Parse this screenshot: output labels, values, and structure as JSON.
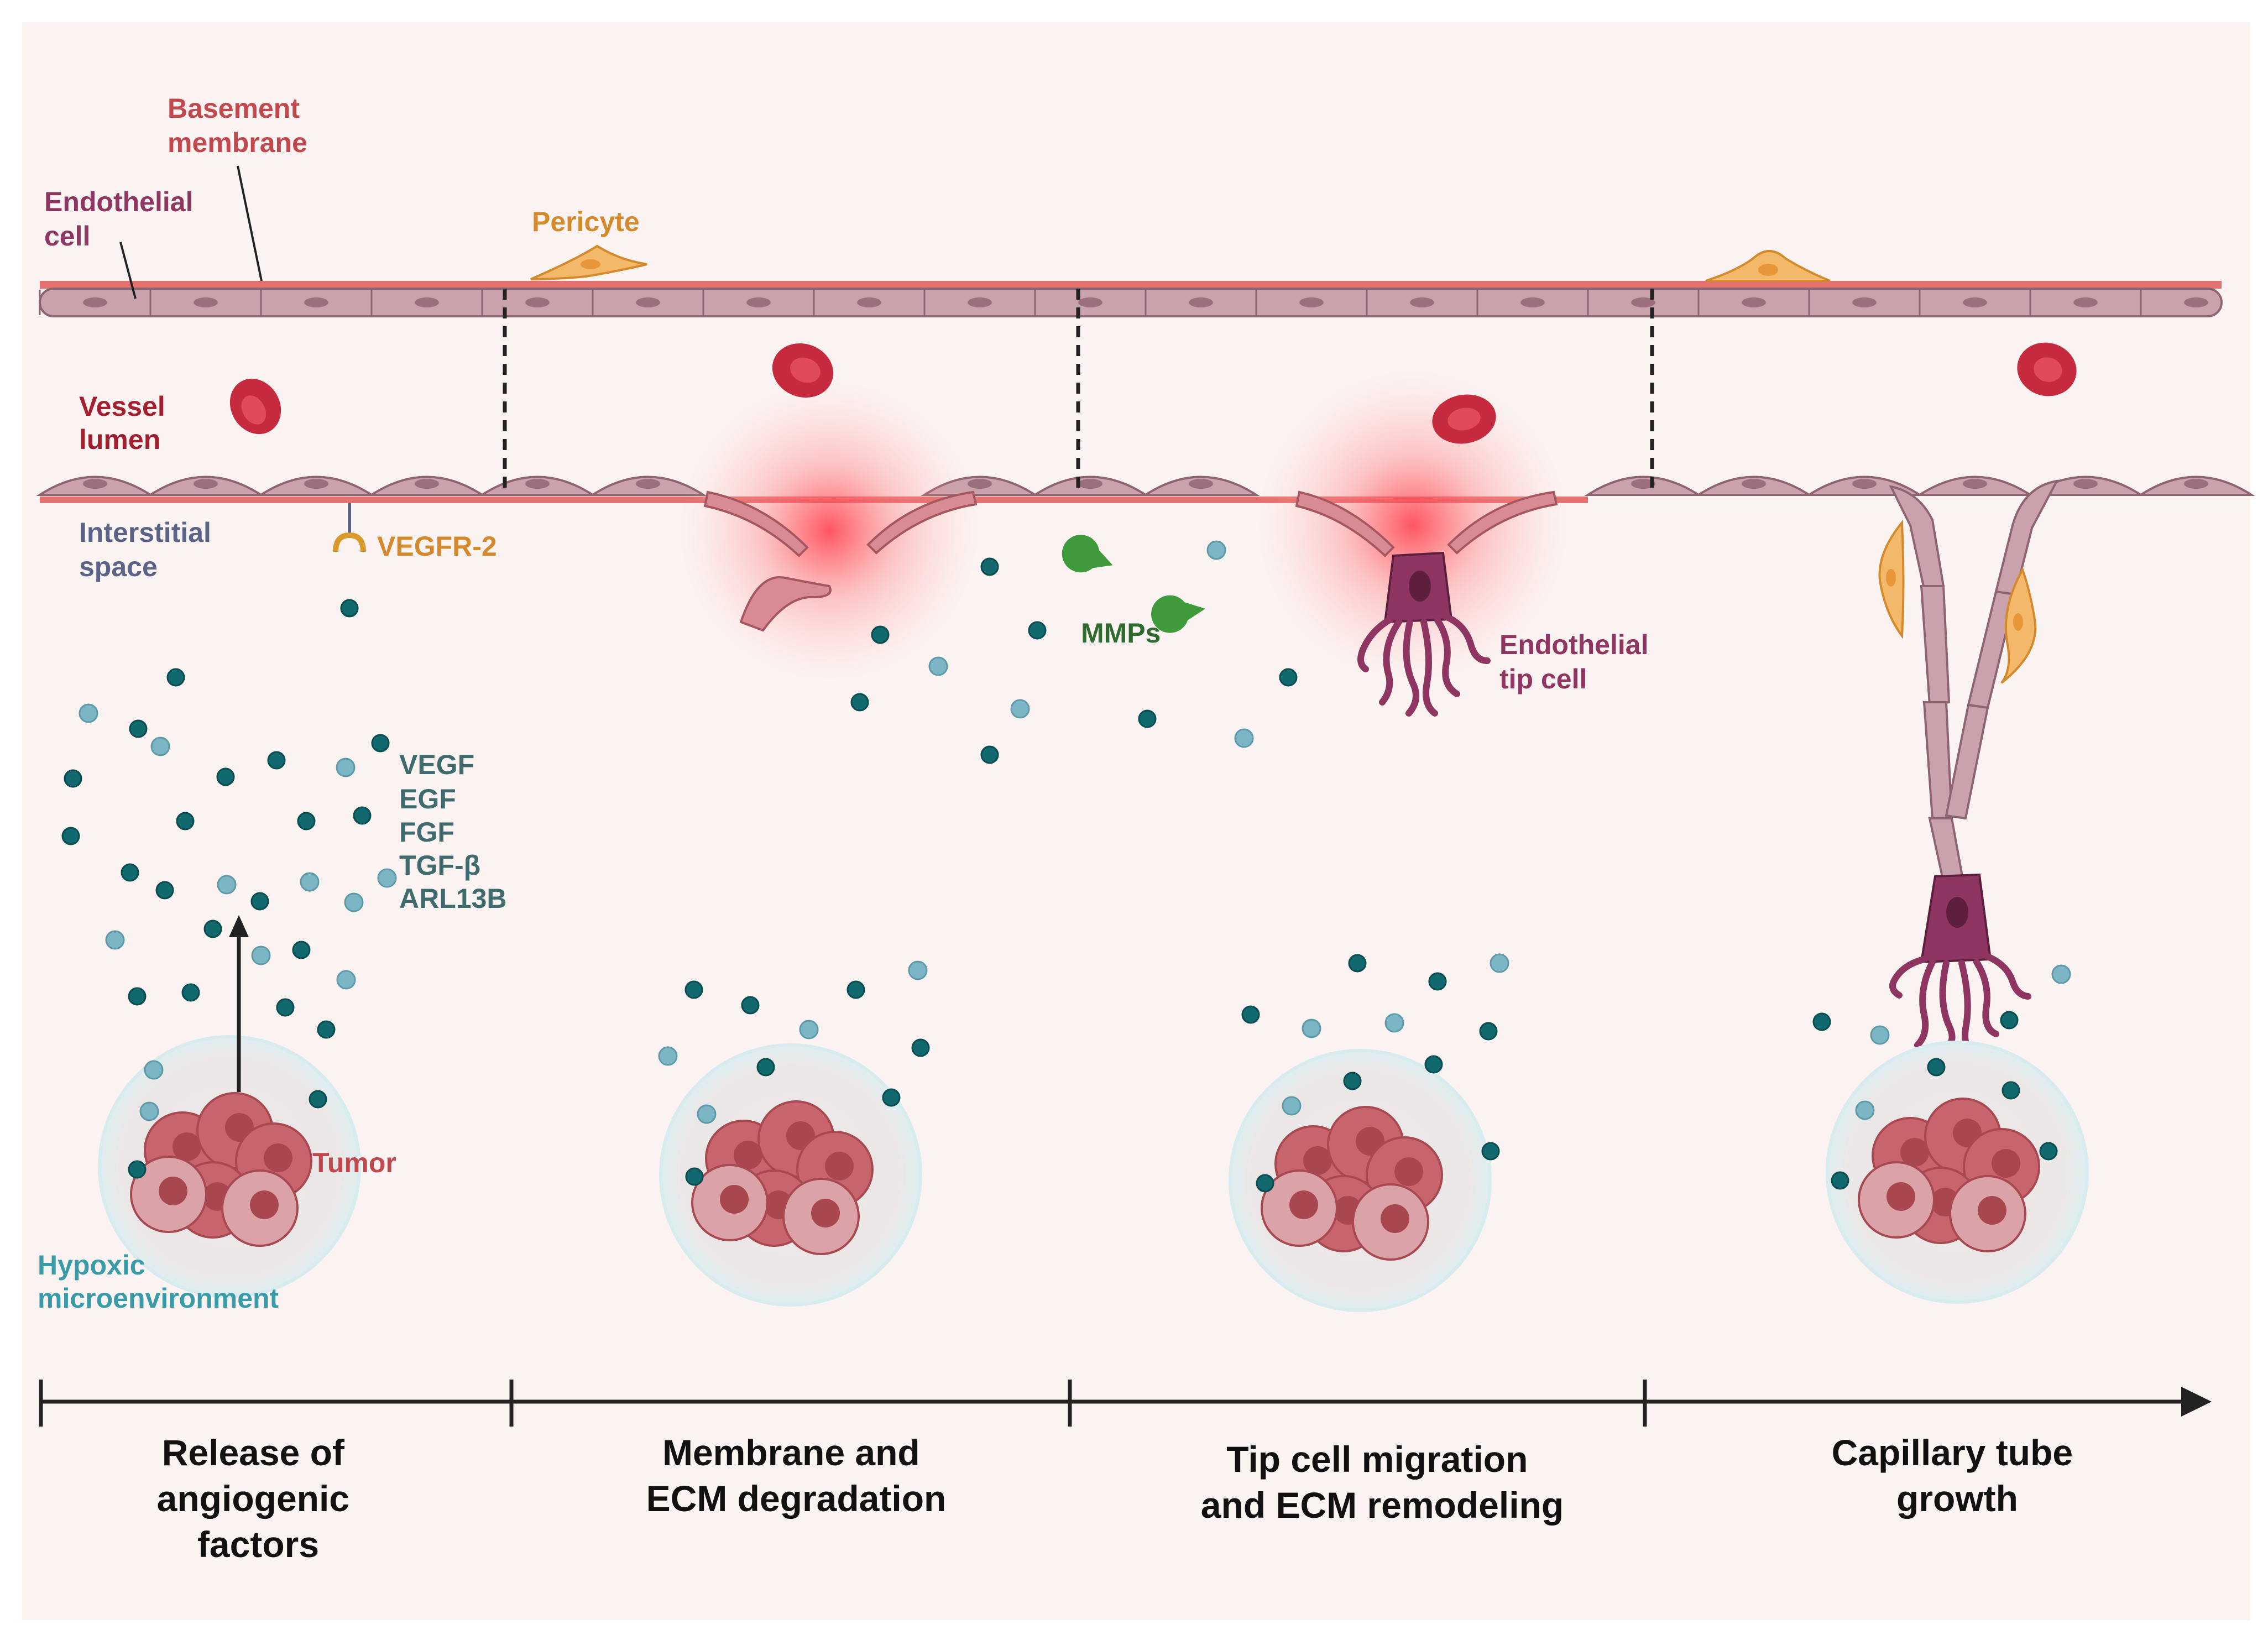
{
  "labels": {
    "basement_membrane": [
      "Basement",
      "membrane"
    ],
    "endothelial_cell": [
      "Endothelial",
      "cell"
    ],
    "pericyte": "Pericyte",
    "vessel_lumen": [
      "Vessel",
      "lumen"
    ],
    "interstitial_space": [
      "Interstitial",
      "space"
    ],
    "vegfr2": "VEGFR-2",
    "factors": [
      "VEGF",
      "EGF",
      "FGF",
      "TGF-β",
      "ARL13B"
    ],
    "mmps": "MMPs",
    "tip_cell": [
      "Endothelial",
      "tip cell"
    ],
    "tumor": "Tumor",
    "hypoxic": [
      "Hypoxic",
      "microenvironment"
    ]
  },
  "stages": [
    {
      "title": [
        "Release of",
        "angiogenic",
        "factors"
      ]
    },
    {
      "title": [
        "Membrane and",
        "ECM degradation"
      ]
    },
    {
      "title": [
        "Tip cell migration",
        "and ECM remodeling"
      ]
    },
    {
      "title": [
        "Capillary tube",
        "growth"
      ]
    }
  ],
  "colors": {
    "background": "#fbf3f1",
    "basement_membrane": "#e2716f",
    "endothelial_fill": "#c9a2ab",
    "endothelial_stroke": "#8e6470",
    "rbc": "#c62a3e",
    "pericyte": "#f4b86b",
    "tip_cell": "#8e3561",
    "growth_factor_dark": "#11696e",
    "growth_factor_light": "#7cb6c4",
    "mmp": "#3f9a3c",
    "tumor": "#c8646c",
    "halo": "#ebe7e7",
    "label_basement": "#c0484e",
    "label_endothelial": "#8e3561",
    "label_pericyte": "#d48a2c",
    "label_lumen": "#a32030",
    "label_interstitial": "#5b6487",
    "label_factors": "#3f6b6f",
    "label_mmps": "#2f6b30",
    "label_tumor": "#c0484e",
    "label_hypoxic": "#3a9ba8",
    "stage_text": "#111111"
  }
}
